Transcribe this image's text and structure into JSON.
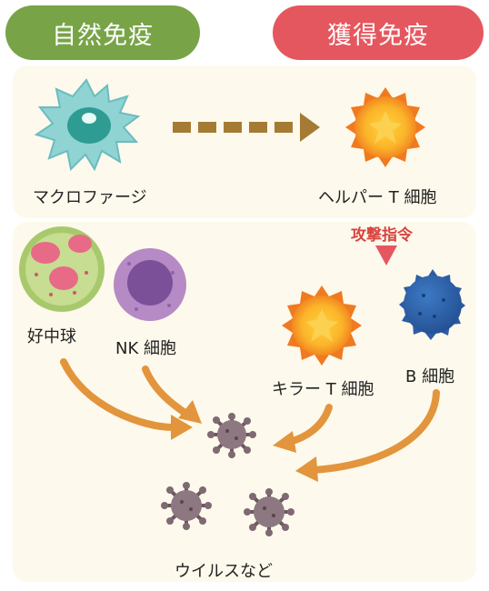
{
  "headers": {
    "innate": "自然免疫",
    "acquired": "獲得免疫"
  },
  "colors": {
    "innate": "#78a447",
    "acquired": "#e5575f",
    "arrow": "#e2953c",
    "dash": "#a57b34",
    "command": "#d8453f"
  },
  "labels": {
    "macrophage": "マクロファージ",
    "helper_t": "ヘルパー T 細胞",
    "command": "攻撃指令",
    "neutrophil": "好中球",
    "nk": "NK 細胞",
    "killer_t": "キラー T 細胞",
    "b_cell": "B 細胞",
    "virus": "ウイルスなど"
  }
}
